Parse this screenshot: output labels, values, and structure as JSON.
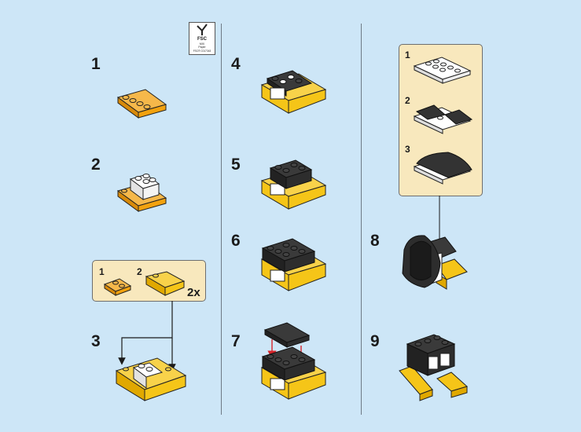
{
  "steps": {
    "s1": "1",
    "s2": "2",
    "s3": "3",
    "s4": "4",
    "s5": "5",
    "s6": "6",
    "s7": "7",
    "s8": "8",
    "s9": "9"
  },
  "callout_a": {
    "n1": "1",
    "n2": "2",
    "multiplier": "2x"
  },
  "callout_b": {
    "n1": "1",
    "n2": "2",
    "n3": "3"
  },
  "fsc_logo": {
    "line1": "FSC",
    "line2": "MIX",
    "line3": "Paper",
    "line4": "FSC® C017343"
  },
  "colors": {
    "background": "#cde6f7",
    "callout": "#f8e8bd",
    "brick_orange": "#f2a20f",
    "brick_yellow": "#f5c518",
    "brick_black": "#2d2d2d",
    "brick_white": "#f4f4f4",
    "arrow_red": "#d8252b"
  }
}
